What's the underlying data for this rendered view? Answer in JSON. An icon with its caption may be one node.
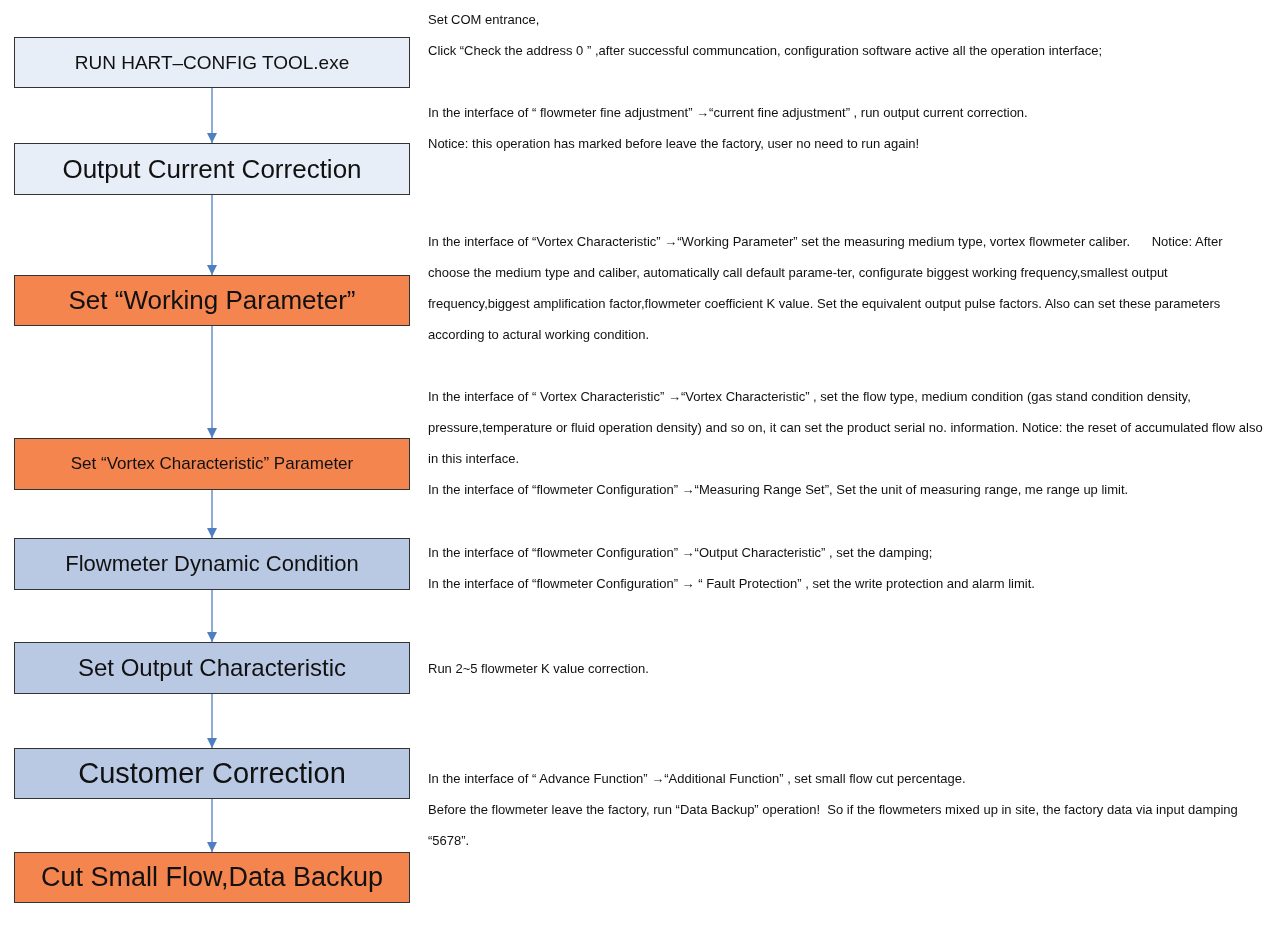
{
  "diagram": {
    "nodes": [
      {
        "text": [
          "RUN  HART–CONFIG TOOL.exe"
        ]
      },
      {
        "text": [
          "Output Current Correction"
        ]
      },
      {
        "text": [
          "Set “Working Parameter”"
        ]
      },
      {
        "text": [
          "Set “Vortex Characteristic” Parameter"
        ]
      },
      {
        "text": [
          "Flowmeter Dynamic Condition"
        ]
      },
      {
        "text": [
          "Set Output Characteristic"
        ]
      },
      {
        "text": [
          "Customer Correction"
        ]
      },
      {
        "text": [
          "Cut Small Flow,Data Backup"
        ]
      }
    ],
    "edges": [
      {
        "from": 0,
        "to": 1,
        "arrow": "to"
      },
      {
        "from": 1,
        "to": 2,
        "arrow": "to"
      },
      {
        "from": 2,
        "to": 3,
        "arrow": "to"
      },
      {
        "from": 3,
        "to": 4,
        "arrow": "to"
      },
      {
        "from": 4,
        "to": 5,
        "arrow": "to"
      },
      {
        "from": 5,
        "to": 6,
        "arrow": "to"
      },
      {
        "from": 6,
        "to": 7,
        "arrow": "to"
      }
    ],
    "labels": [
      "Set COM entrance,",
      "Click “Check the address 0 ” ,after successful communcation, configuration software active all the operation interface;",
      "In the interface of “ flowmeter fine adjustment” →“current fine adjustment” , run output current correction.",
      "Notice: this operation has marked before leave the factory, user no need to run again!",
      "In the interface of “Vortex Characteristic” →“Working Parameter” set the measuring medium type, vortex flowmeter caliber.      Notice: After choose the medium type and caliber, automatically call default parame-ter, configurate biggest working frequency,smallest output frequency,biggest amplification factor,flowmeter coefficient K value. Set the equivalent output pulse factors. Also can set these parameters according to actural working condition.",
      "In the interface of “ Vortex Characteristic” →“Vortex Characteristic” , set the flow type, medium condition (gas stand condition density, pressure,temperature or fluid operation density) and so on, it can set the product serial no. information. Notice: the reset of accumulated flow also in this interface.",
      "In the interface of “flowmeter Configuration” →“Measuring Range Set”, Set the unit of measuring range, me range up limit.",
      "In the interface of “flowmeter Configuration” →“Output Characteristic” , set the damping;",
      "In the interface of “flowmeter Configuration” → “ Fault Protection” , set the write protection and alarm limit.",
      "Run 2~5 flowmeter K value correction.",
      "In the interface of “ Advance Function” →“Additional Function” , set small flow cut percentage.",
      "Before the flowmeter leave the factory, run “Data Backup” operation!  So if the flowmeters mixed up in site, the factory data via input damping “5678”."
    ]
  }
}
